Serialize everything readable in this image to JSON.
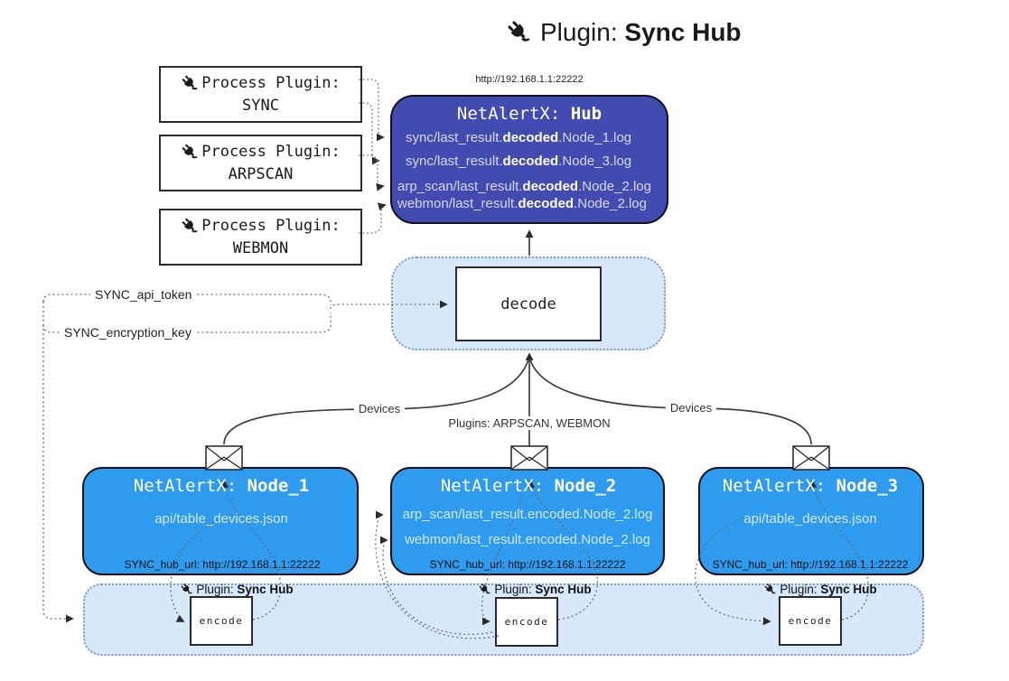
{
  "title": {
    "prefix": "Plugin: ",
    "bold": "Sync Hub"
  },
  "process_plugins": [
    {
      "label": "Process Plugin:",
      "name": "SYNC"
    },
    {
      "label": "Process Plugin:",
      "name": "ARPSCAN"
    },
    {
      "label": "Process Plugin:",
      "name": "WEBMON"
    }
  ],
  "hub": {
    "url": "http://192.168.1.1:22222",
    "title_prefix": "NetAlertX: ",
    "title_bold": "Hub",
    "logs": [
      {
        "pre": "sync/last_result.",
        "bold": "decoded",
        "post": ".Node_1.log"
      },
      {
        "pre": "sync/last_result.",
        "bold": "decoded",
        "post": ".Node_3.log"
      },
      {
        "pre": "arp_scan/last_result.",
        "bold": "decoded",
        "post": ".Node_2.log"
      },
      {
        "pre": "webmon/last_result.",
        "bold": "decoded",
        "post": ".Node_2.log"
      }
    ]
  },
  "decode_label": "decode",
  "settings": {
    "api_token": "SYNC_api_token",
    "encryption_key": "SYNC_encryption_key"
  },
  "edges": {
    "devices_left": "Devices",
    "plugins_center": "Plugins: ARPSCAN, WEBMON",
    "devices_right": "Devices"
  },
  "nodes": [
    {
      "title_prefix": "NetAlertX: ",
      "title_bold": "Node_1",
      "files": [
        "api/table_devices.json"
      ],
      "hub_url": "SYNC_hub_url: http://192.168.1.1:22222"
    },
    {
      "title_prefix": "NetAlertX: ",
      "title_bold": "Node_2",
      "files": [
        "arp_scan/last_result.encoded.Node_2.log",
        "webmon/last_result.encoded.Node_2.log"
      ],
      "hub_url": "SYNC_hub_url: http://192.168.1.1:22222"
    },
    {
      "title_prefix": "NetAlertX: ",
      "title_bold": "Node_3",
      "files": [
        "api/table_devices.json"
      ],
      "hub_url": "SYNC_hub_url: http://192.168.1.1:22222"
    }
  ],
  "band": {
    "plugin_label_prefix": "Plugin: ",
    "plugin_label_bold": "Sync Hub",
    "encode_label": "encode"
  },
  "colors": {
    "hub_bg": "#424BB0",
    "node_bg": "#2F9BEF",
    "band_bg": "#D7E8F9",
    "hub_text": "#D8D8EC",
    "node_text": "#CFE9FC"
  }
}
